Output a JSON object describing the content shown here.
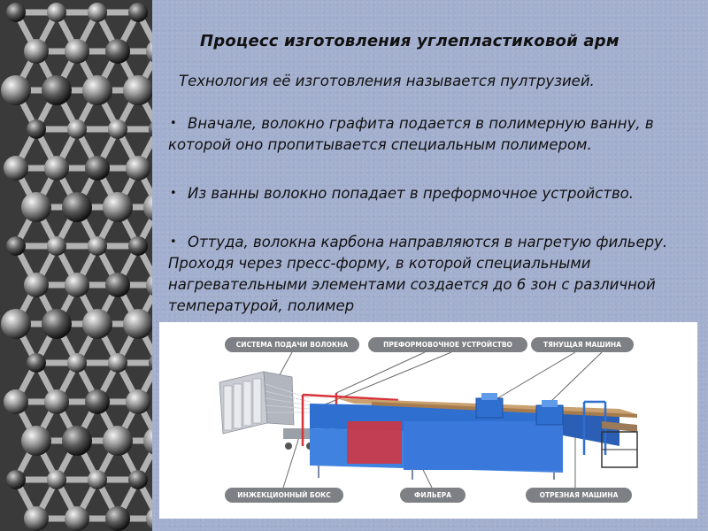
{
  "slide": {
    "title": "Процесс изготовления углепластиковой арм",
    "subtitle": "Технология её изготовления называется пултрузией.",
    "bullet_glyph": "•",
    "bullets": [
      "Вначале, волокно графита подается в полимерную ванну, в которой оно пропитывается специальным полимером.",
      "Из ванны волокно попадает в преформочное устройство.",
      "Оттуда, волокна карбона направляются в нагретую фильеру. Проходя через пресс-форму, в которой специальными нагревательными элементами создается до 6 зон с различной температурой, полимер"
    ]
  },
  "diagram": {
    "labels": {
      "fiber_feed": "СИСТЕМА ПОДАЧИ ВОЛОКНА",
      "preform": "ПРЕФОРМОВОЧНОЕ УСТРОЙСТВО",
      "puller": "ТЯНУЩАЯ МАШИНА",
      "injection": "ИНЖЕКЦИОННЫЙ БОКС",
      "die": "ФИЛЬЕРА",
      "cutter": "ОТРЕЗНАЯ МАШИНА"
    }
  },
  "colors": {
    "background": "#a3afce",
    "label_pill": "#7d8084",
    "machine_blue": "#2f6fd0",
    "machine_red": "#d8323a",
    "profile_tan": "#c9a070"
  }
}
